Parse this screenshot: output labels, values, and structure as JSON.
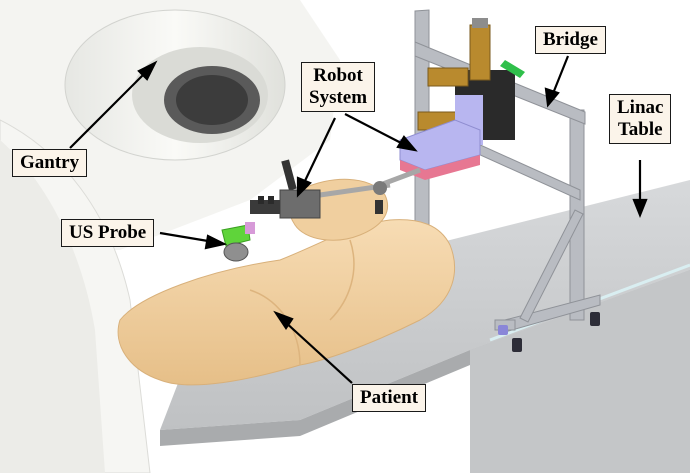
{
  "labels": {
    "gantry": "Gantry",
    "us_probe": "US Probe",
    "robot_system": [
      "Robot",
      "System"
    ],
    "bridge": "Bridge",
    "linac_table": [
      "Linac",
      "Table"
    ],
    "patient": "Patient"
  },
  "colors": {
    "label_background": "#fbf4ea",
    "label_border": "#1a1a1a",
    "arrow": "#000000",
    "gantry": "#f2f2ee",
    "patient": "#f0cf9f",
    "table": "#cfd1d3",
    "frame": "#b9bcc2",
    "probe_holder": "#5fd43a",
    "motor": "#b98a2e",
    "block_blue": "#b8b6f0",
    "block_pink": "#e77792"
  }
}
